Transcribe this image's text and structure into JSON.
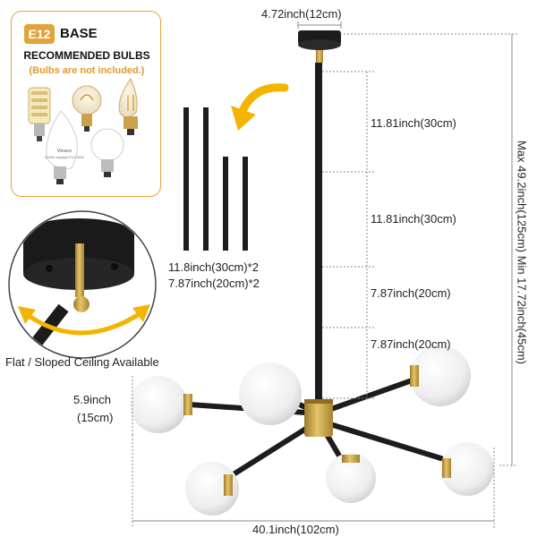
{
  "bulb_panel": {
    "base_badge": "E12",
    "base_label": "BASE",
    "recommended_label": "RECOMMENDED BULBS",
    "not_included_note": "(Bulbs are not included.)",
    "bulb_brand_text": "Vinaco",
    "bulb_spec_text": "6000k daylight E12 60W"
  },
  "rods": {
    "rod_30_label": "11.8inch(30cm)*2",
    "rod_20_label": "7.87inch(20cm)*2"
  },
  "ceiling": {
    "caption": "Flat / Sloped Ceiling Available"
  },
  "dimensions": {
    "canopy_width": "4.72inch(12cm)",
    "rod_seg_1": "11.81inch(30cm)",
    "rod_seg_2": "11.81inch(30cm)",
    "rod_seg_3": "7.87inch(20cm)",
    "rod_seg_4": "7.87inch(20cm)",
    "globe_size_in": "5.9inch",
    "globe_size_cm": "(15cm)",
    "total_width": "40.1inch(102cm)",
    "height_range": "Max 49.2inch(125cm)  Min 17.72inch(45cm)"
  },
  "colors": {
    "accent_orange": "#e2a33a",
    "arrow_yellow": "#f4b400",
    "fixture_black": "#1c1c1c",
    "brass": "#c9a24a"
  }
}
